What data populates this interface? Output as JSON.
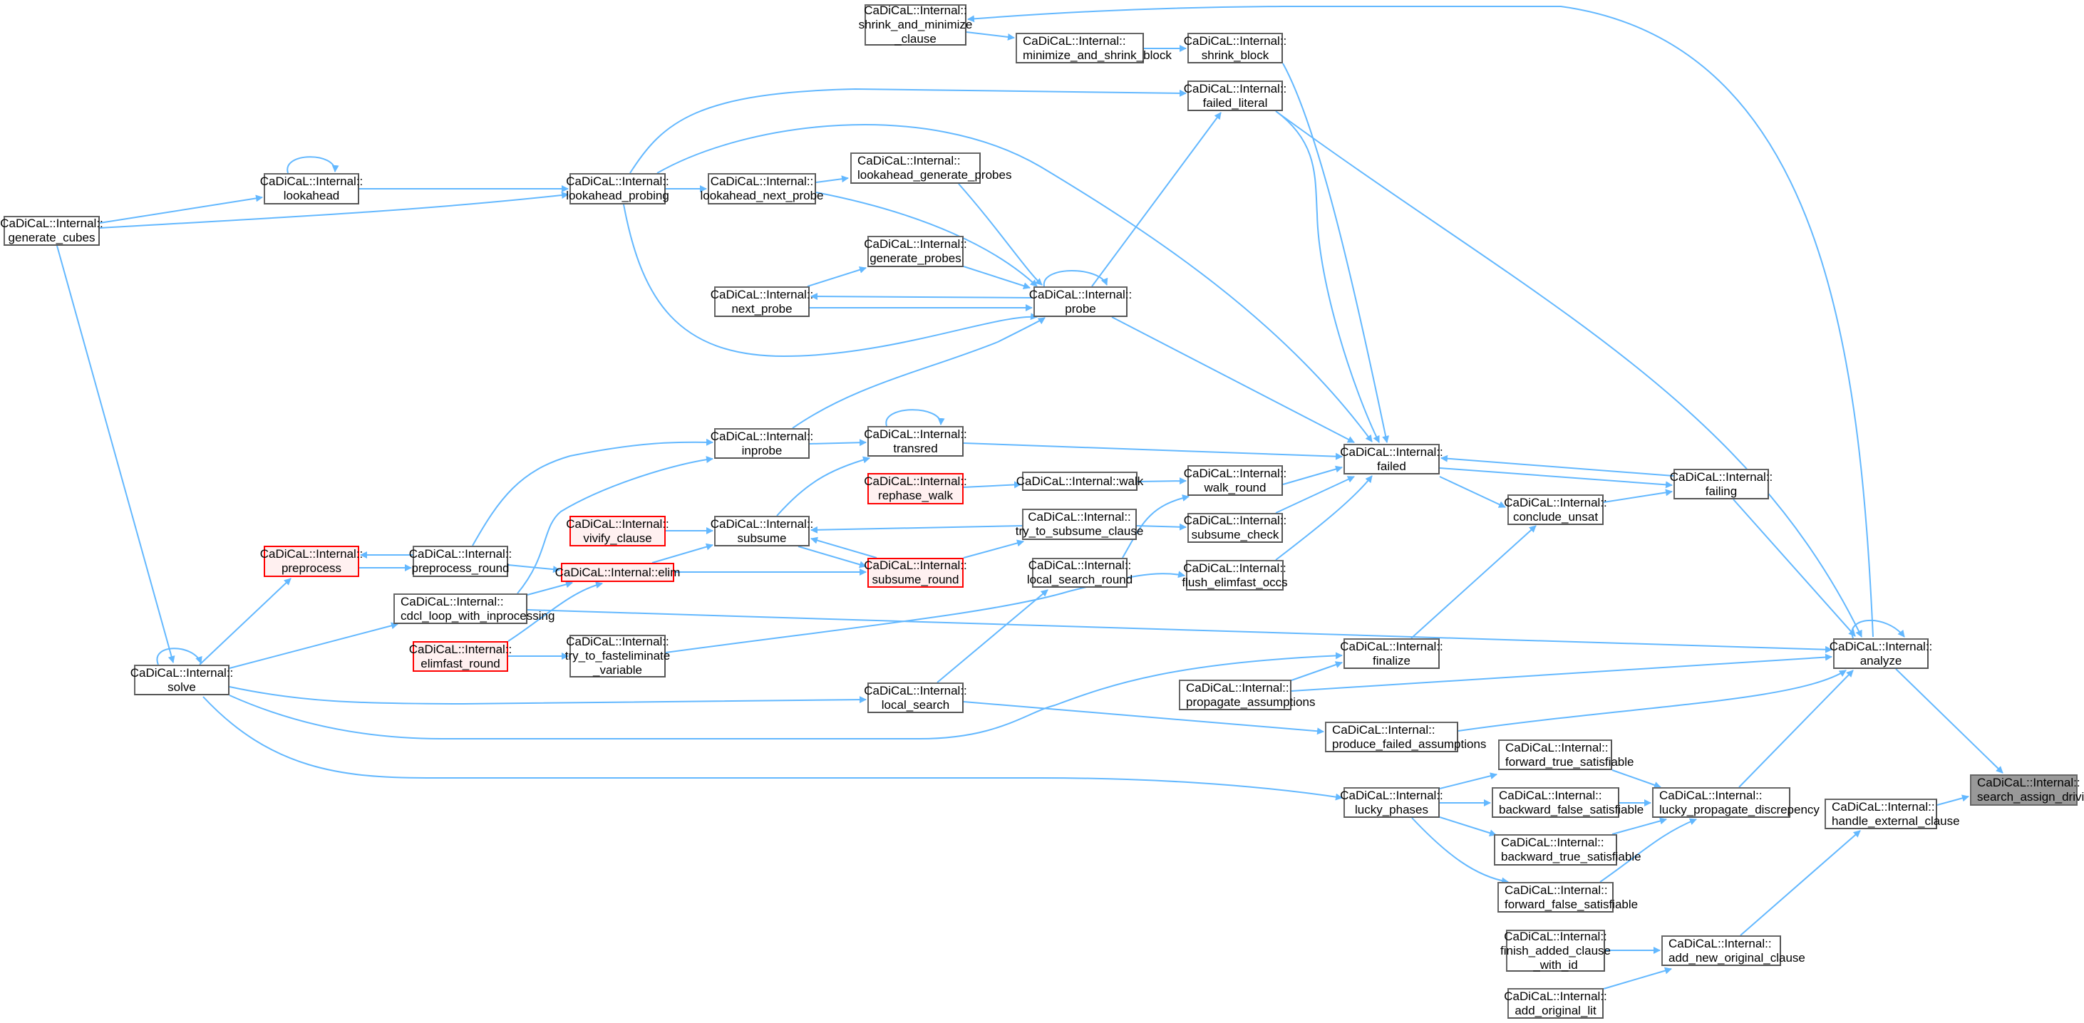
{
  "graph": {
    "colors": {
      "edge": "#63b8ff",
      "node_border": "#666666",
      "red_border": "#ff0000",
      "red_fill": "#fff0f0",
      "current_fill": "#999999"
    },
    "nodes": [
      {
        "id": "smc",
        "lines": [
          "CaDiCaL::Internal::",
          "shrink_and_minimize",
          "_clause"
        ],
        "style": "normal"
      },
      {
        "id": "msb",
        "lines": [
          "CaDiCaL::Internal::",
          "minimize_and_shrink_block"
        ],
        "style": "normal"
      },
      {
        "id": "sb",
        "lines": [
          "CaDiCaL::Internal::",
          "shrink_block"
        ],
        "style": "normal"
      },
      {
        "id": "fl",
        "lines": [
          "CaDiCaL::Internal::",
          "failed_literal"
        ],
        "style": "normal"
      },
      {
        "id": "la",
        "lines": [
          "CaDiCaL::Internal::",
          "lookahead"
        ],
        "style": "normal"
      },
      {
        "id": "lap",
        "lines": [
          "CaDiCaL::Internal::",
          "lookahead_probing"
        ],
        "style": "normal"
      },
      {
        "id": "lanp",
        "lines": [
          "CaDiCaL::Internal::",
          "lookahead_next_probe"
        ],
        "style": "normal"
      },
      {
        "id": "lagp",
        "lines": [
          "CaDiCaL::Internal::",
          "lookahead_generate_probes"
        ],
        "style": "normal"
      },
      {
        "id": "gc",
        "lines": [
          "CaDiCaL::Internal::",
          "generate_cubes"
        ],
        "style": "normal"
      },
      {
        "id": "gp",
        "lines": [
          "CaDiCaL::Internal::",
          "generate_probes"
        ],
        "style": "normal"
      },
      {
        "id": "np",
        "lines": [
          "CaDiCaL::Internal::",
          "next_probe"
        ],
        "style": "normal"
      },
      {
        "id": "pr",
        "lines": [
          "CaDiCaL::Internal::",
          "probe"
        ],
        "style": "normal"
      },
      {
        "id": "inp",
        "lines": [
          "CaDiCaL::Internal::",
          "inprobe"
        ],
        "style": "normal"
      },
      {
        "id": "tr",
        "lines": [
          "CaDiCaL::Internal::",
          "transred"
        ],
        "style": "normal"
      },
      {
        "id": "rw",
        "lines": [
          "CaDiCaL::Internal::",
          "rephase_walk"
        ],
        "style": "red"
      },
      {
        "id": "wk",
        "lines": [
          "CaDiCaL::Internal::walk"
        ],
        "style": "normal"
      },
      {
        "id": "wr",
        "lines": [
          "CaDiCaL::Internal::",
          "walk_round"
        ],
        "style": "normal"
      },
      {
        "id": "fd",
        "lines": [
          "CaDiCaL::Internal::",
          "failed"
        ],
        "style": "normal"
      },
      {
        "id": "fg",
        "lines": [
          "CaDiCaL::Internal::",
          "failing"
        ],
        "style": "normal"
      },
      {
        "id": "cu",
        "lines": [
          "CaDiCaL::Internal::",
          "conclude_unsat"
        ],
        "style": "normal"
      },
      {
        "id": "vc",
        "lines": [
          "CaDiCaL::Internal::",
          "vivify_clause"
        ],
        "style": "red"
      },
      {
        "id": "su",
        "lines": [
          "CaDiCaL::Internal::",
          "subsume"
        ],
        "style": "normal"
      },
      {
        "id": "ttsc",
        "lines": [
          "CaDiCaL::Internal::",
          "try_to_subsume_clause"
        ],
        "style": "normal"
      },
      {
        "id": "sc",
        "lines": [
          "CaDiCaL::Internal::",
          "subsume_check"
        ],
        "style": "normal"
      },
      {
        "id": "pp",
        "lines": [
          "CaDiCaL::Internal::",
          "preprocess"
        ],
        "style": "red"
      },
      {
        "id": "ppr",
        "lines": [
          "CaDiCaL::Internal::",
          "preprocess_round"
        ],
        "style": "normal"
      },
      {
        "id": "el",
        "lines": [
          "CaDiCaL::Internal::elim"
        ],
        "style": "red"
      },
      {
        "id": "sr",
        "lines": [
          "CaDiCaL::Internal::",
          "subsume_round"
        ],
        "style": "red"
      },
      {
        "id": "lsr",
        "lines": [
          "CaDiCaL::Internal::",
          "local_search_round"
        ],
        "style": "normal"
      },
      {
        "id": "fe",
        "lines": [
          "CaDiCaL::Internal::",
          "flush_elimfast_occs"
        ],
        "style": "normal"
      },
      {
        "id": "cdcl",
        "lines": [
          "CaDiCaL::Internal::",
          "cdcl_loop_with_inprocessing"
        ],
        "style": "normal"
      },
      {
        "id": "efr",
        "lines": [
          "CaDiCaL::Internal::",
          "elimfast_round"
        ],
        "style": "red"
      },
      {
        "id": "ttfv",
        "lines": [
          "CaDiCaL::Internal::",
          "try_to_fasteliminate",
          "_variable"
        ],
        "style": "normal"
      },
      {
        "id": "fin",
        "lines": [
          "CaDiCaL::Internal::",
          "finalize"
        ],
        "style": "normal"
      },
      {
        "id": "an",
        "lines": [
          "CaDiCaL::Internal::",
          "analyze"
        ],
        "style": "normal"
      },
      {
        "id": "sv",
        "lines": [
          "CaDiCaL::Internal::",
          "solve"
        ],
        "style": "normal"
      },
      {
        "id": "ls",
        "lines": [
          "CaDiCaL::Internal::",
          "local_search"
        ],
        "style": "normal"
      },
      {
        "id": "pa",
        "lines": [
          "CaDiCaL::Internal::",
          "propagate_assumptions"
        ],
        "style": "normal"
      },
      {
        "id": "pfa",
        "lines": [
          "CaDiCaL::Internal::",
          "produce_failed_assumptions"
        ],
        "style": "normal"
      },
      {
        "id": "fts",
        "lines": [
          "CaDiCaL::Internal::",
          "forward_true_satisfiable"
        ],
        "style": "normal"
      },
      {
        "id": "lp",
        "lines": [
          "CaDiCaL::Internal::",
          "lucky_phases"
        ],
        "style": "normal"
      },
      {
        "id": "bfs",
        "lines": [
          "CaDiCaL::Internal::",
          "backward_false_satisfiable"
        ],
        "style": "normal"
      },
      {
        "id": "lpd",
        "lines": [
          "CaDiCaL::Internal::",
          "lucky_propagate_discrepency"
        ],
        "style": "normal"
      },
      {
        "id": "sad",
        "lines": [
          "CaDiCaL::Internal::",
          "search_assign_driving"
        ],
        "style": "current"
      },
      {
        "id": "hec",
        "lines": [
          "CaDiCaL::Internal::",
          "handle_external_clause"
        ],
        "style": "normal"
      },
      {
        "id": "bts",
        "lines": [
          "CaDiCaL::Internal::",
          "backward_true_satisfiable"
        ],
        "style": "normal"
      },
      {
        "id": "ffs",
        "lines": [
          "CaDiCaL::Internal::",
          "forward_false_satisfiable"
        ],
        "style": "normal"
      },
      {
        "id": "fac",
        "lines": [
          "CaDiCaL::Internal::",
          "finish_added_clause",
          "_with_id"
        ],
        "style": "normal"
      },
      {
        "id": "anoc",
        "lines": [
          "CaDiCaL::Internal::",
          "add_new_original_clause"
        ],
        "style": "normal"
      },
      {
        "id": "aol",
        "lines": [
          "CaDiCaL::Internal::",
          "add_original_lit"
        ],
        "style": "normal"
      }
    ]
  }
}
